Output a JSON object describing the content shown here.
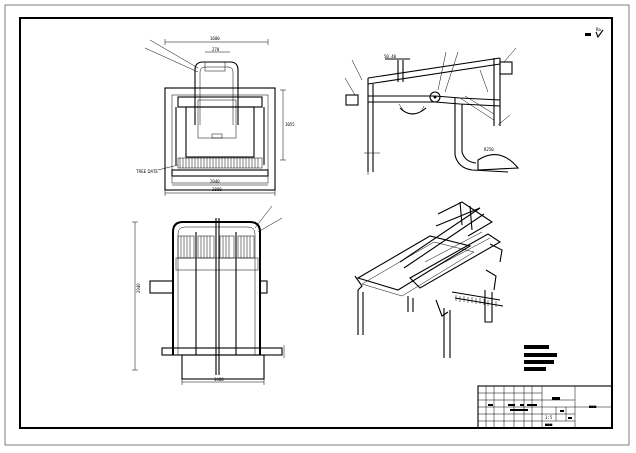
{
  "drawing": {
    "colors": {
      "line": "#000000",
      "paper": "#ffffff"
    },
    "corner_mark": "Ra",
    "note": "TREE DATE",
    "dims": {
      "front_top": "1680",
      "front_inner": "270",
      "front_height": "1055",
      "front_bottom_1": "2040",
      "front_bottom_2": "2880",
      "plan_width": "1400",
      "plan_depth": "2940",
      "side_top": "50.40",
      "side_blade": "R250"
    },
    "title_block": {
      "name": "■■■",
      "scale": "1:5",
      "number": "■■■"
    }
  }
}
